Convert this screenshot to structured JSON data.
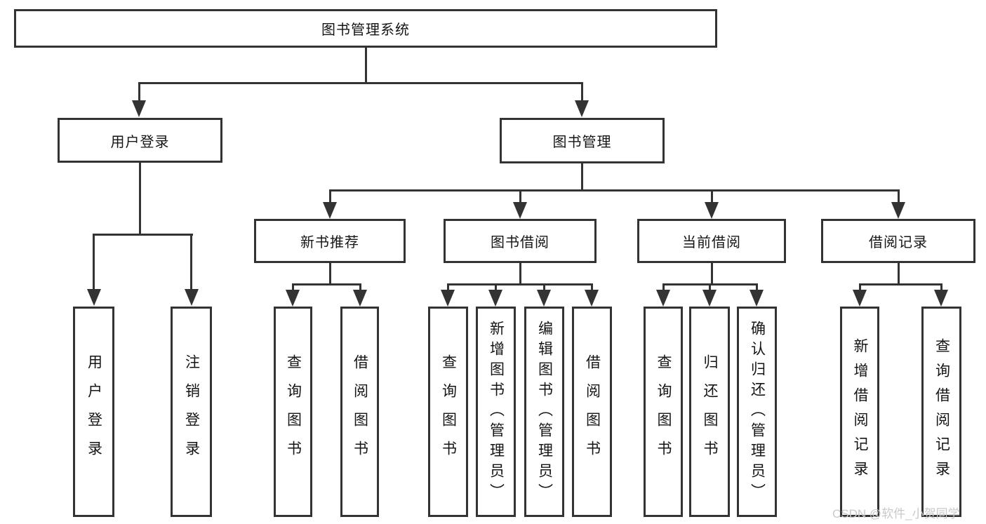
{
  "colors": {
    "line": "#333333",
    "text": "#151515",
    "background": "#ffffff",
    "watermark": "#c9c9c9"
  },
  "tree": {
    "root": "图书管理系统",
    "branches": [
      {
        "label": "用户登录",
        "children": [
          "用户登录",
          "注销登录"
        ]
      },
      {
        "label": "图书管理",
        "modules": [
          {
            "label": "新书推荐",
            "children": [
              "查询图书",
              "借阅图书"
            ]
          },
          {
            "label": "图书借阅",
            "children": [
              "查询图书",
              "新增图书（管理员）",
              "编辑图书（管理员）",
              "借阅图书"
            ]
          },
          {
            "label": "当前借阅",
            "children": [
              "查询图书",
              "归还图书",
              "确认归还（管理员）"
            ]
          },
          {
            "label": "借阅记录",
            "children": [
              "新增借阅记录",
              "查询借阅记录"
            ]
          }
        ]
      }
    ]
  },
  "watermark": "CSDN @软件_小贺同学"
}
